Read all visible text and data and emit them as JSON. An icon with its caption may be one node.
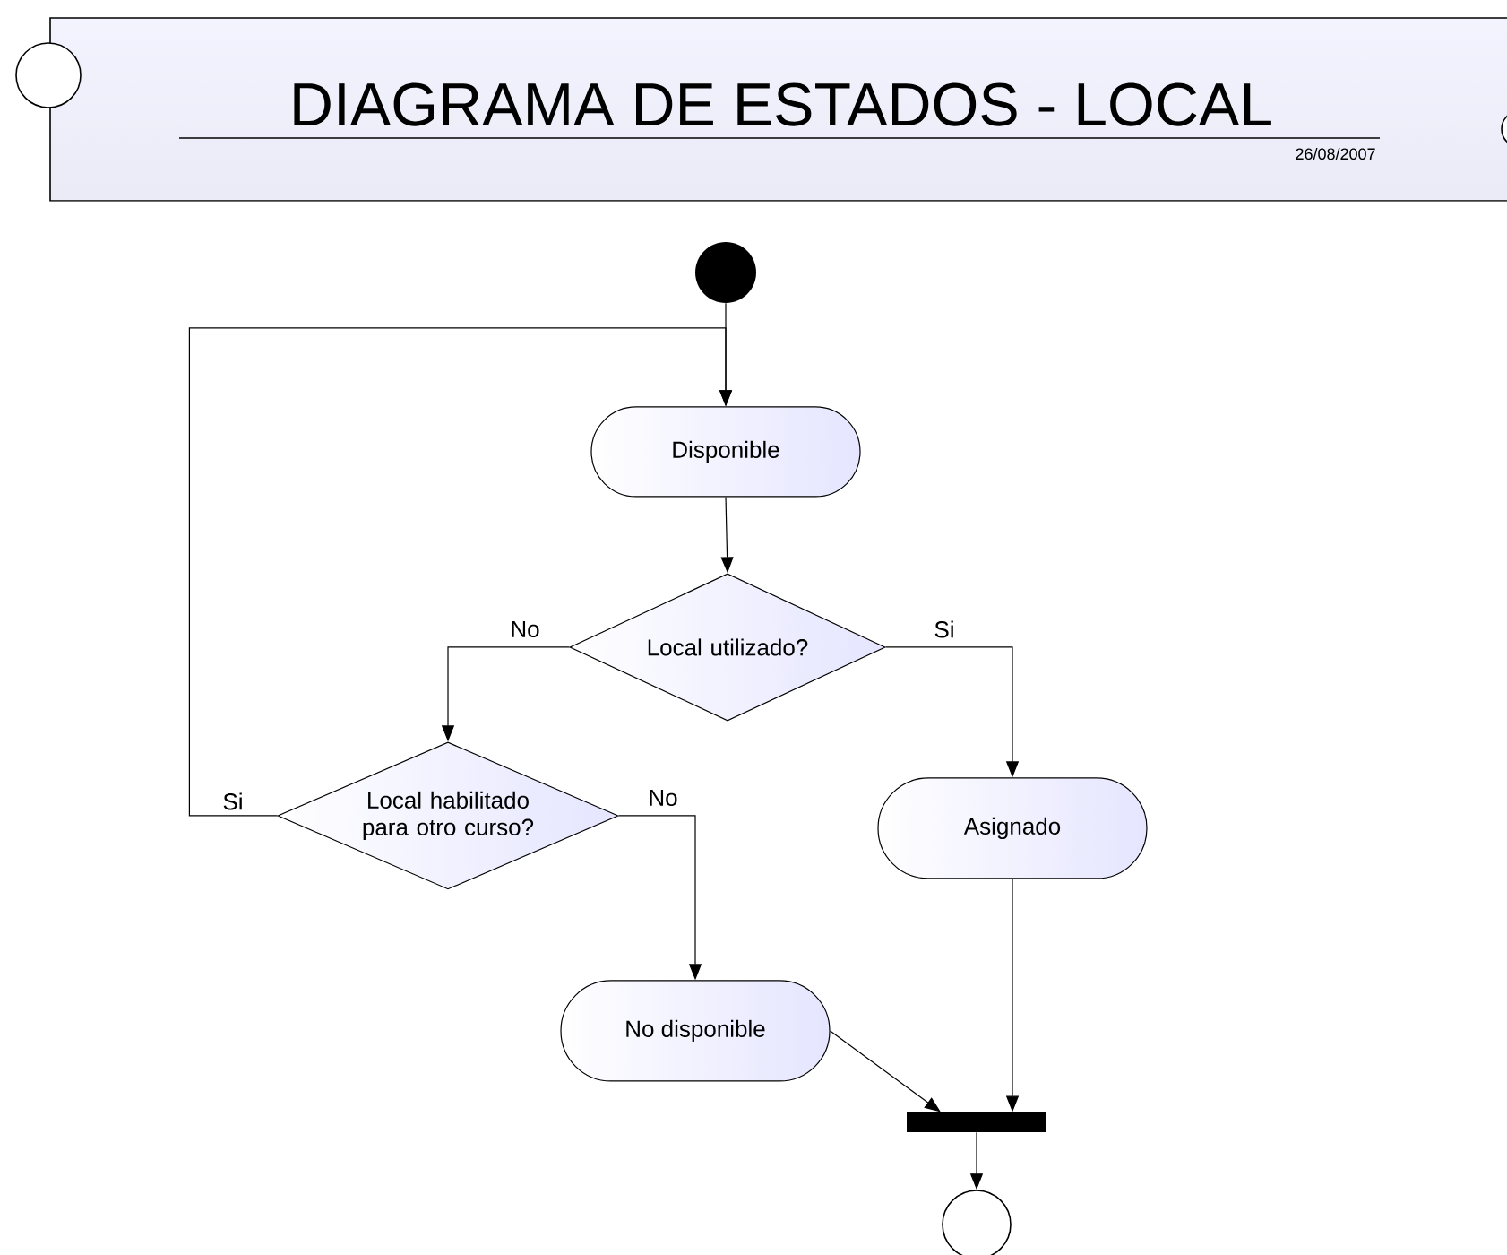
{
  "diagram": {
    "title": "DIAGRAMA DE ESTADOS - LOCAL",
    "nodes": [
      {
        "text": [],
        "shape": "circle"
      },
      {
        "text": [
          "Disponible"
        ]
      },
      {
        "text": [
          "Local utilizado?"
        ]
      },
      {
        "text": [
          "Local habilitado para otro curso?"
        ]
      },
      {
        "text": [
          "Asignado"
        ]
      },
      {
        "text": [
          "No disponible"
        ]
      },
      {
        "text": [],
        "shape": "bar"
      },
      {
        "text": [],
        "shape": "end-circle"
      }
    ],
    "edges": [
      {
        "from": 0,
        "to": 1,
        "arrow": "to"
      },
      {
        "from": 1,
        "to": 2,
        "arrow": "to"
      },
      {
        "from": 2,
        "to": 3,
        "arrow": "to",
        "label": "No"
      },
      {
        "from": 2,
        "to": 4,
        "arrow": "to",
        "label": "Si"
      },
      {
        "from": 3,
        "to": 1,
        "arrow": "to",
        "label": "Si"
      },
      {
        "from": 3,
        "to": 5,
        "arrow": "to",
        "label": "No"
      },
      {
        "from": 5,
        "to": 6,
        "arrow": "to"
      },
      {
        "from": 4,
        "to": 6,
        "arrow": "to"
      },
      {
        "from": 6,
        "to": 7,
        "arrow": "to"
      }
    ],
    "labels": [
      "26/08/2007"
    ]
  }
}
